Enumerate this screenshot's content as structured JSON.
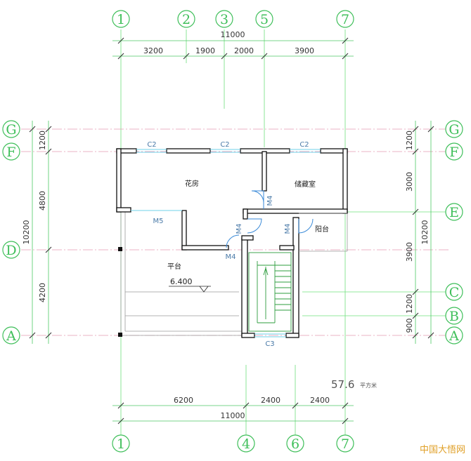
{
  "axes": {
    "top": [
      "1",
      "2",
      "3",
      "5",
      "7"
    ],
    "bottom": [
      "1",
      "4",
      "6",
      "7"
    ],
    "left": [
      "G",
      "F",
      "D",
      "A"
    ],
    "right": [
      "G",
      "F",
      "E",
      "C",
      "B",
      "A"
    ]
  },
  "dimensions": {
    "top_total": "11000",
    "top_segments": [
      "3200",
      "1900",
      "2000",
      "3900"
    ],
    "bottom_segments": [
      "6200",
      "2400",
      "2400"
    ],
    "bottom_total": "11000",
    "left_total": "10200",
    "left_segments": [
      "1200",
      "4800",
      "4200"
    ],
    "right_total": "10200",
    "right_segments": [
      "1200",
      "3000",
      "3900",
      "1200",
      "900"
    ]
  },
  "rooms": {
    "flower_room": "花房",
    "storage": "储藏室",
    "balcony": "阳台",
    "platform": "平台"
  },
  "level": "6.400",
  "tags": {
    "windows": [
      "C2",
      "C2",
      "C2",
      "C3"
    ],
    "doors": [
      "M5",
      "M4",
      "M4",
      "M4",
      "M4"
    ]
  },
  "area": {
    "value": "57.6",
    "unit": "平方米"
  },
  "watermark": "中国大悟网",
  "colors": {
    "axis": "#3fbf5a",
    "center_line": "#e59ab4",
    "wall": "#111111",
    "window": "#6fd1e8",
    "door": "#3a8ad8",
    "watermark": "#e0a028"
  }
}
